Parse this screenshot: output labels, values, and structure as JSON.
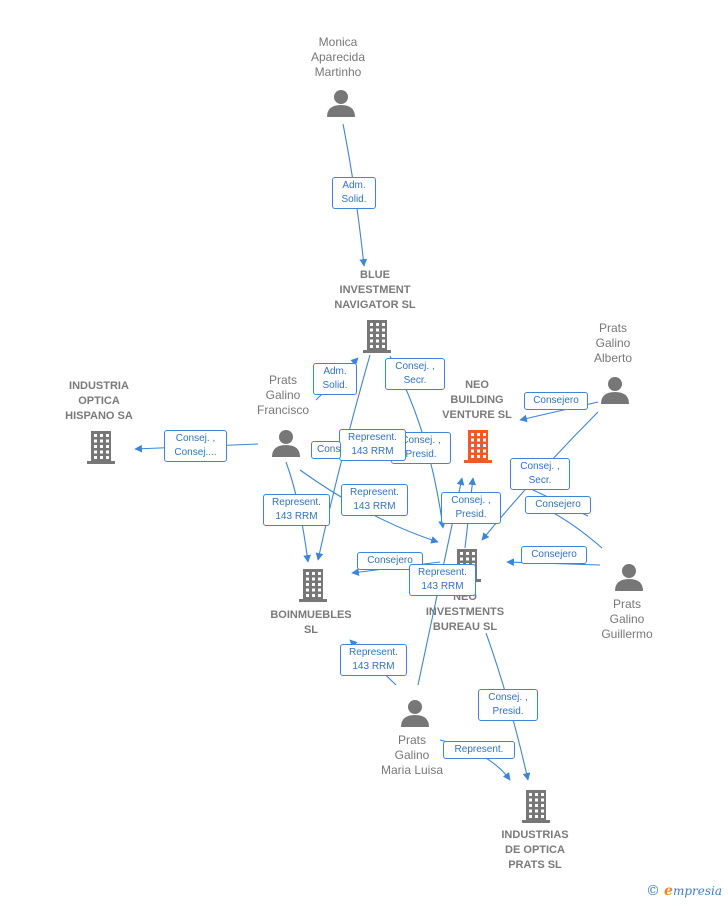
{
  "nodes": [
    {
      "id": "monica",
      "label": "Monica\nAparecida\nMartinho",
      "type": "person"
    },
    {
      "id": "blue",
      "label": "BLUE\nINVESTMENT\nNAVIGATOR  SL",
      "type": "company"
    },
    {
      "id": "prats_alberto",
      "label": "Prats\nGalino\nAlberto",
      "type": "person"
    },
    {
      "id": "industria",
      "label": "INDUSTRIA\nOPTICA\nHISPANO SA",
      "type": "company"
    },
    {
      "id": "prats_francisco",
      "label": "Prats\nGalino\nFrancisco",
      "type": "person"
    },
    {
      "id": "neo_building",
      "label": "NEO\nBUILDING\nVENTURE  SL",
      "type": "focus"
    },
    {
      "id": "boinmuebles",
      "label": "BOINMUEBLES\nSL",
      "type": "company"
    },
    {
      "id": "neo_investments",
      "label": "NEO\nINVESTMENTS\nBUREAU  SL",
      "type": "company"
    },
    {
      "id": "prats_guillermo",
      "label": "Prats\nGalino\nGuillermo",
      "type": "person"
    },
    {
      "id": "prats_maria",
      "label": "Prats\nGalino\nMaria Luisa",
      "type": "person"
    },
    {
      "id": "industrias_prats",
      "label": "INDUSTRIAS\nDE OPTICA\nPRATS SL",
      "type": "company"
    }
  ],
  "edges": [
    {
      "id": "e1",
      "label": "Adm.\nSolid."
    },
    {
      "id": "e2",
      "label": "Adm.\nSolid."
    },
    {
      "id": "e3",
      "label": "Consej. ,\nSecr."
    },
    {
      "id": "e4",
      "label": "Consejero"
    },
    {
      "id": "e5",
      "label": "Consej. ,\nConsej...."
    },
    {
      "id": "e6",
      "label": "Consej. ,\nPresid."
    },
    {
      "id": "e7",
      "label": "Represent.\n143 RRM"
    },
    {
      "id": "e8",
      "label": "Consej. ,\nSecr."
    },
    {
      "id": "e9",
      "label": "Represent.\n143 RRM"
    },
    {
      "id": "e10",
      "label": "Represent.\n143 RRM"
    },
    {
      "id": "e11",
      "label": "Consej. ,\nPresid."
    },
    {
      "id": "e12",
      "label": "Consejero"
    },
    {
      "id": "e13",
      "label": "Consejero"
    },
    {
      "id": "e14",
      "label": "Consejero"
    },
    {
      "id": "e15",
      "label": "Represent.\n143 RRM"
    },
    {
      "id": "e16",
      "label": "Represent.\n143 RRM"
    },
    {
      "id": "e17",
      "label": "Consej. ,\nPresid."
    },
    {
      "id": "e18",
      "label": "Represent."
    },
    {
      "id": "e19",
      "label": "Consejero"
    }
  ],
  "brand": {
    "copyright": "©",
    "e": "e",
    "rest": "mpresia"
  },
  "colors": {
    "edge": "#3d85d8",
    "person": "#777777",
    "company": "#777777",
    "focus": "#f05a28"
  }
}
